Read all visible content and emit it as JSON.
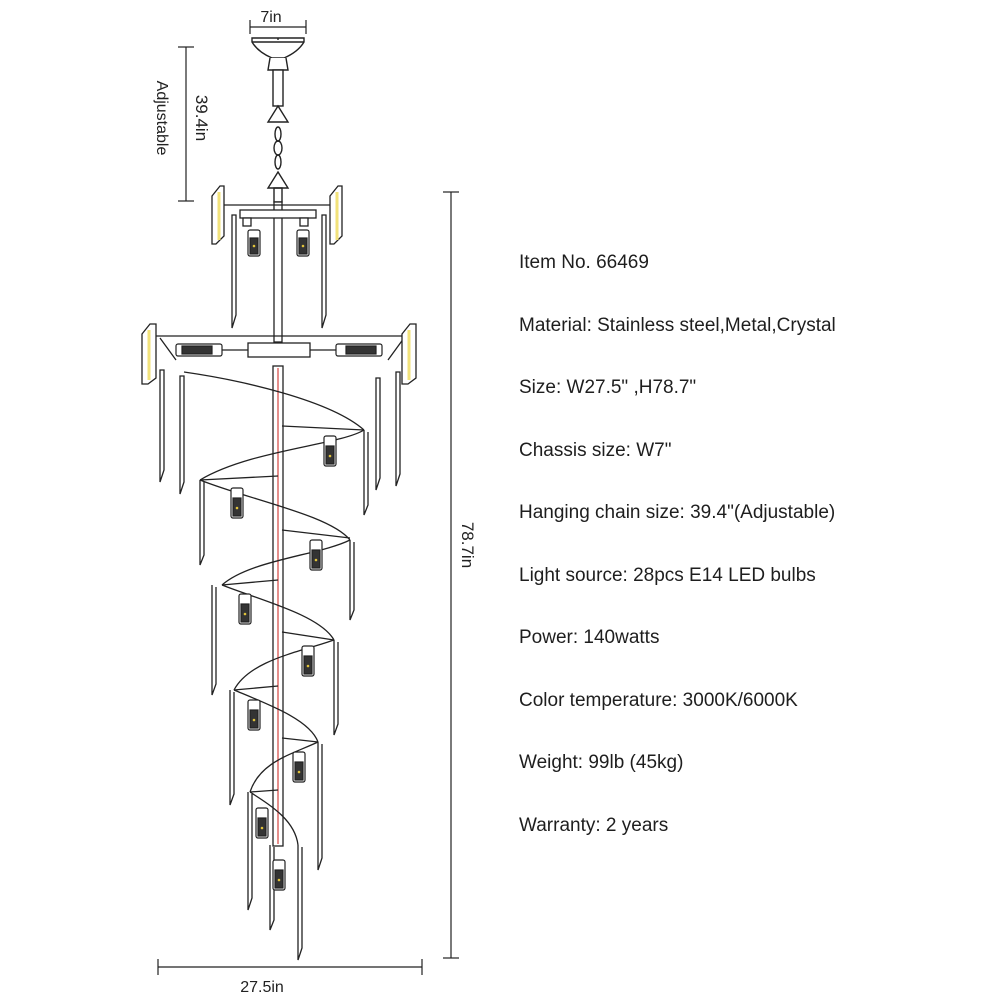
{
  "dimensions": {
    "chassis_width": "7in",
    "chain_length": "39.4in",
    "chain_note": "Adjustable",
    "total_height": "78.7in",
    "total_width": "27.5in"
  },
  "specs": [
    "Item No. 66469",
    "Material: Stainless steel,Metal,Crystal",
    "Size: W27.5\" ,H78.7\"",
    "Chassis size: W7\"",
    "Hanging chain size: 39.4\"(Adjustable)",
    "Light source: 28pcs E14 LED bulbs",
    "Power: 140watts",
    "Color temperature: 3000K/6000K",
    "Weight: 99lb (45kg)",
    "Warranty: 2 years"
  ],
  "colors": {
    "line": "#222222",
    "rod_accent": "#d9534f",
    "crystal_glow": "#f2e27a",
    "bulb_dots": "#e0c23a"
  }
}
